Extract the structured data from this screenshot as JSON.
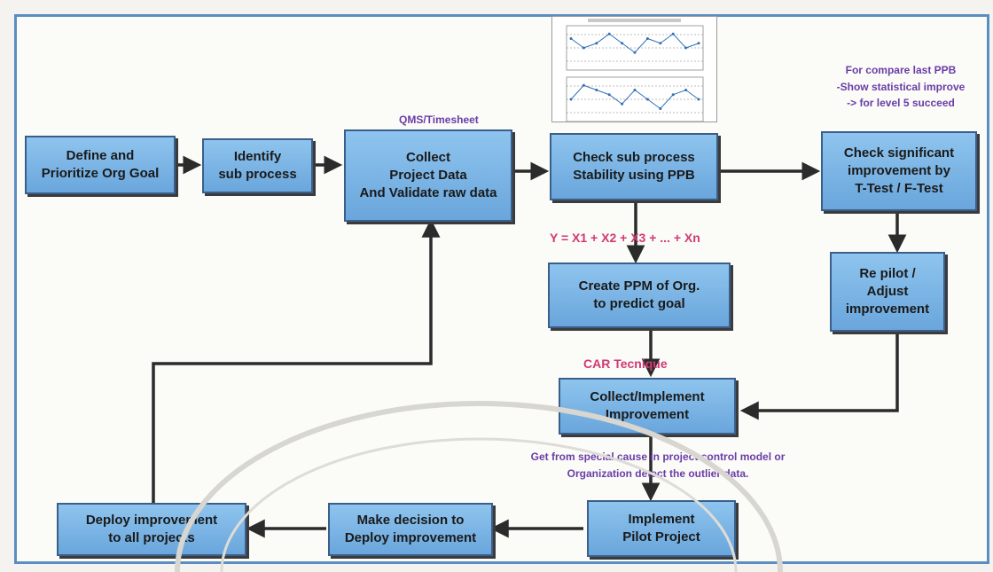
{
  "colors": {
    "box_fill": "#7fb5e6",
    "box_border": "#3a5f8a",
    "frame_border": "#5b8ec0",
    "annotation_purple": "#6a3da6",
    "annotation_pink": "#d23a73",
    "arrow": "#2b2b2b"
  },
  "nodes": {
    "define_goal": "Define and\nPrioritize Org Goal",
    "identify_sub_process": "Identify\nsub process",
    "collect_project_data": "Collect\nProject Data\nAnd Validate raw data",
    "check_stability": "Check sub process\nStability using PPB",
    "check_significant": "Check significant\nimprovement by\nT-Test / F-Test",
    "create_ppm": "Create PPM of Org.\nto predict goal",
    "re_pilot": "Re pilot /\nAdjust\nimprovement",
    "collect_implement": "Collect/Implement\nImprovement",
    "implement_pilot": "Implement\nPilot Project",
    "make_decision": "Make decision to\nDeploy improvement",
    "deploy_all": "Deploy improvement\nto all projects"
  },
  "annotations": {
    "qms_timesheet": "QMS/Timesheet",
    "compare_ppb": "For compare last PPB\n-Show statistical improve\n-> for level 5 succeed",
    "equation": "Y = X1 + X2 + X3 + ... + Xn",
    "car_technique": "CAR Tecnique",
    "special_cause": "Get from special cause in project control model or\nOrganization detect the outlier data."
  },
  "mini_chart": {
    "panels": [
      {
        "values": [
          6,
          4,
          5,
          7,
          5,
          3,
          6,
          5,
          7,
          4,
          5
        ]
      },
      {
        "values": [
          4,
          7,
          6,
          5,
          3,
          6,
          4,
          2,
          5,
          6,
          4
        ]
      }
    ]
  }
}
